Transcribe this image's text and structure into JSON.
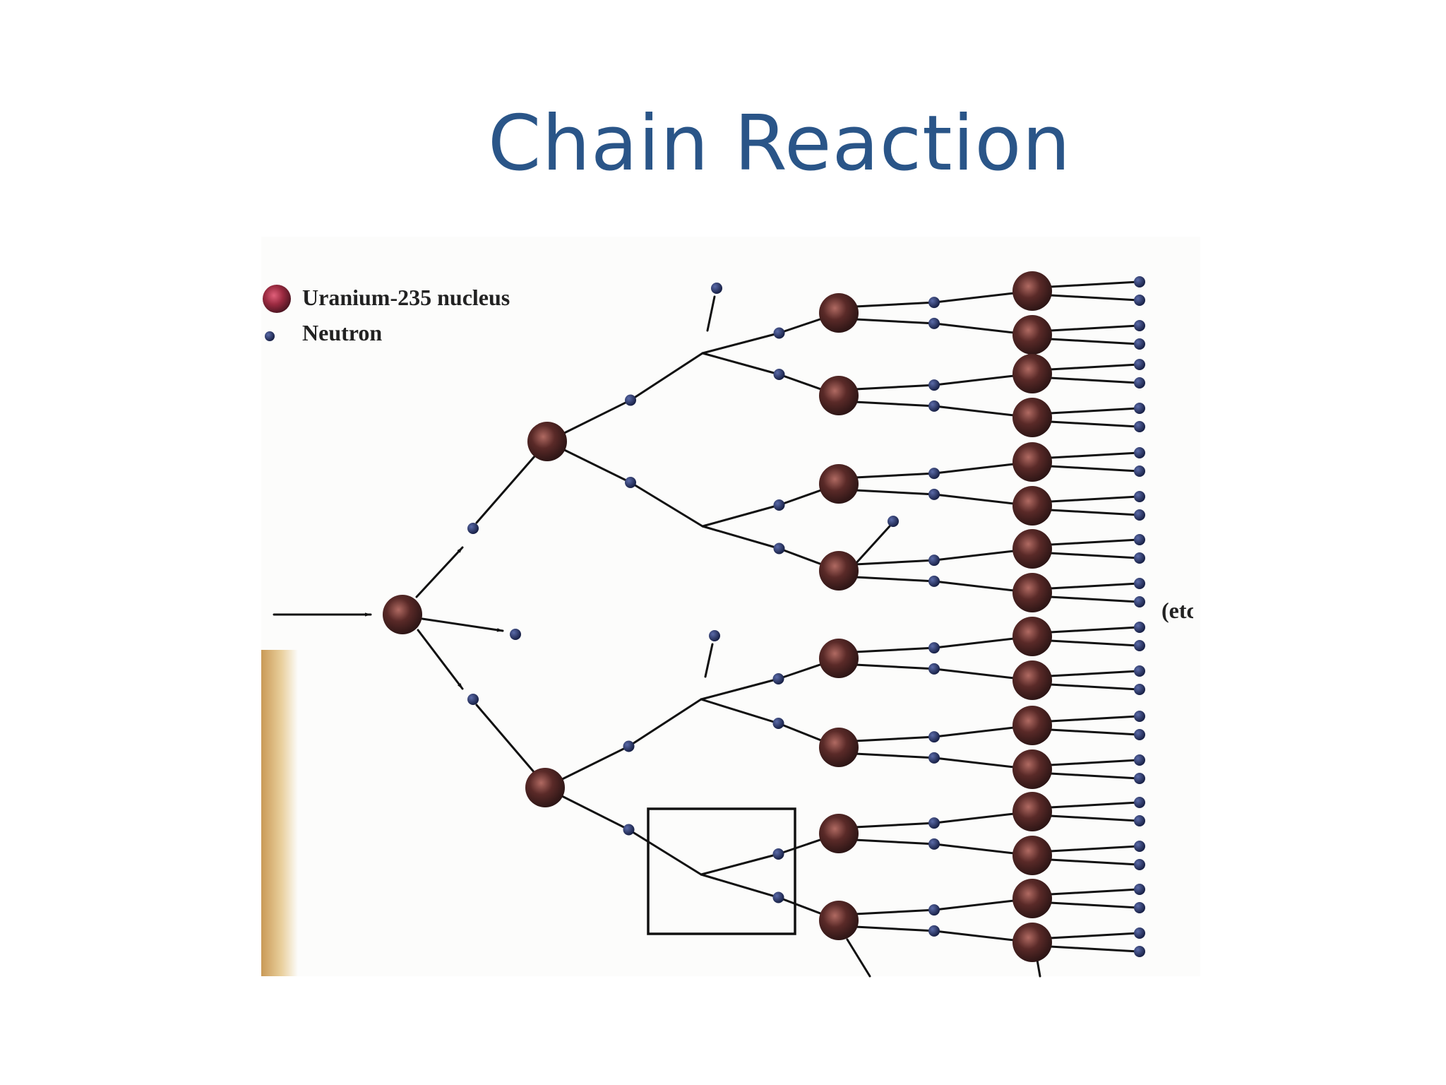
{
  "slide": {
    "title": "Chain Reaction"
  },
  "legend": {
    "nucleus_label": "Uranium-235 nucleus",
    "neutron_label": "Neutron"
  },
  "annotation": {
    "continuation_text": "(etc"
  },
  "colors": {
    "title": "#2a5588",
    "nucleus": "#5a2a28",
    "neutron": "#1f2a55",
    "line": "#111111"
  }
}
